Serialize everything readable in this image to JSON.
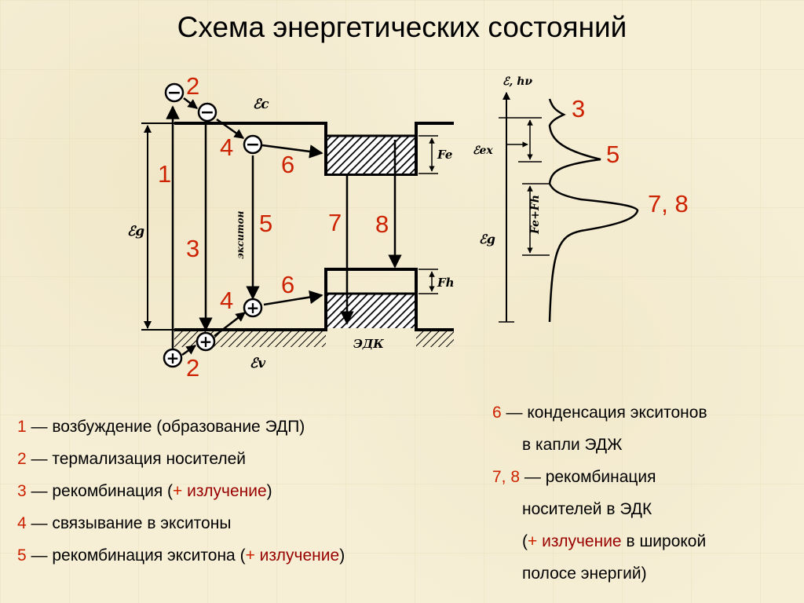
{
  "title": "Схема энергетических состояний",
  "diagram": {
    "labels": {
      "ec": "ℰc",
      "ev": "ℰv",
      "eg": "ℰg",
      "fe": "Fe",
      "fh": "Fh",
      "edk": "ЭДК",
      "exciton": "экситон",
      "eh_nu": "ℰ, hν",
      "eex": "ℰex",
      "eg2": "ℰg",
      "fe_fh": "Fe+Fh"
    },
    "numbers": {
      "n1": "1",
      "n2_top": "2",
      "n2_bottom": "2",
      "n3": "3",
      "n4_top": "4",
      "n4_bottom": "4",
      "n5": "5",
      "n6_top": "6",
      "n6_bottom": "6",
      "n7": "7",
      "n8": "8",
      "s3": "3",
      "s5": "5",
      "s78": "7, 8"
    },
    "symbols": {
      "minus": "−",
      "plus": "+"
    }
  },
  "legend_left": [
    {
      "num": "1",
      "dash": " — ",
      "text": "возбуждение (образование ЭДП)"
    },
    {
      "num": "2",
      "dash": " — ",
      "text": "термализация носителей"
    },
    {
      "num": "3",
      "dash": " — ",
      "pre": "рекомбинация (",
      "hl_plus": "+ ",
      "hl": "излучение",
      "post": ")"
    },
    {
      "num": "4",
      "dash": " — ",
      "text": "связывание в экситоны"
    },
    {
      "num": "5",
      "dash": " — ",
      "pre": "рекомбинация экситона (",
      "hl_plus": "+ ",
      "hl": "излучение",
      "post": ")"
    }
  ],
  "legend_right": {
    "item6": {
      "num": "6",
      "dash": " — ",
      "line1": "конденсация экситонов",
      "line2": "в капли ЭДЖ"
    },
    "item78": {
      "num": "7, 8",
      "dash": " — ",
      "line1": "рекомбинация",
      "line2": "носителей в ЭДК",
      "line3_pre": "(",
      "line3_plus": "+ ",
      "line3_hl": "излучение",
      "line3_post": " в широкой",
      "line4": "полосе энергий)"
    }
  },
  "colors": {
    "number_red": "#cc2200",
    "highlight": "#990000",
    "background": "#f6efd6"
  }
}
